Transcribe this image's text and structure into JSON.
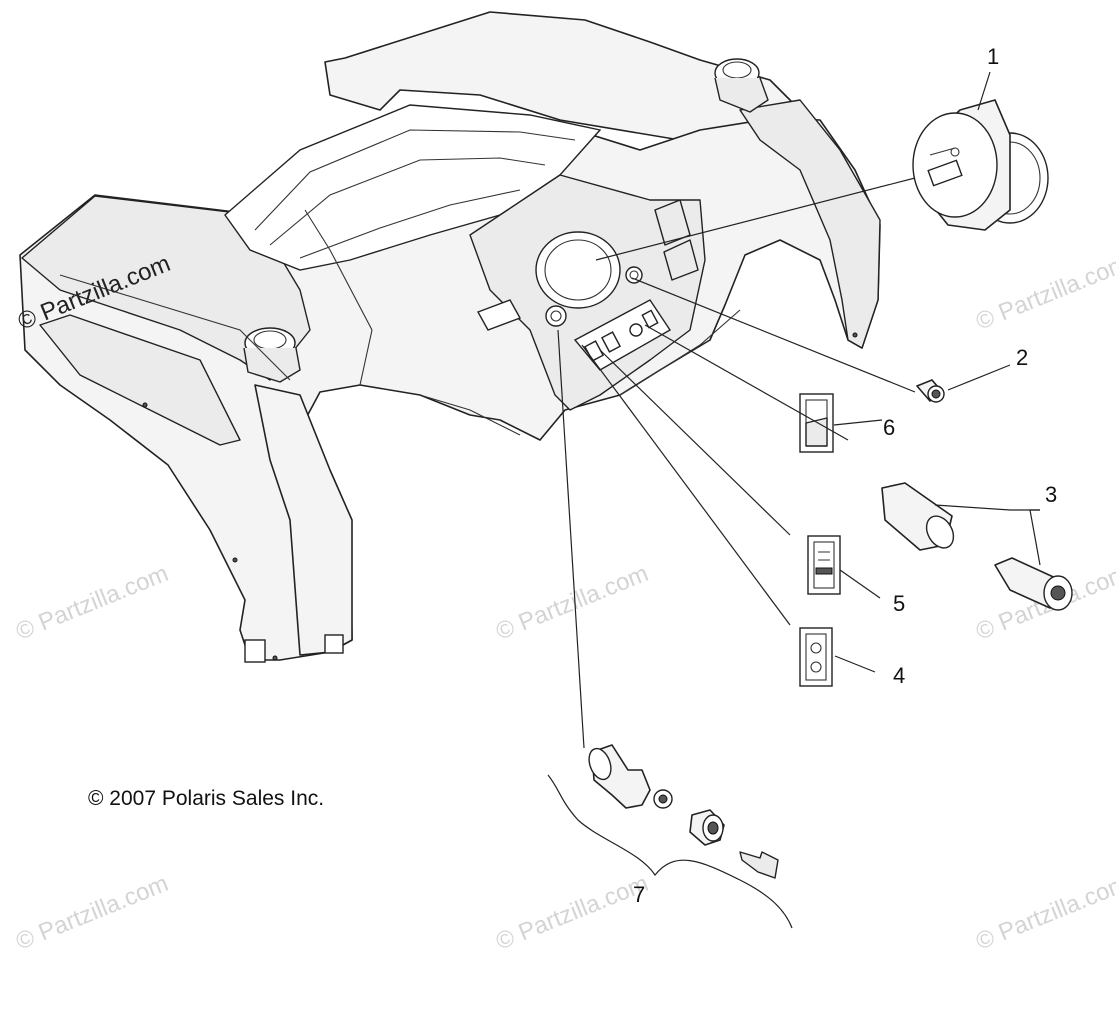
{
  "diagram": {
    "callouts": [
      {
        "id": "1",
        "label": "1"
      },
      {
        "id": "2",
        "label": "2"
      },
      {
        "id": "3",
        "label": "3"
      },
      {
        "id": "4",
        "label": "4"
      },
      {
        "id": "5",
        "label": "5"
      },
      {
        "id": "6",
        "label": "6"
      },
      {
        "id": "7",
        "label": "7"
      }
    ],
    "copyright": "© 2007 Polaris Sales Inc.",
    "watermark": "© Partzilla.com"
  }
}
